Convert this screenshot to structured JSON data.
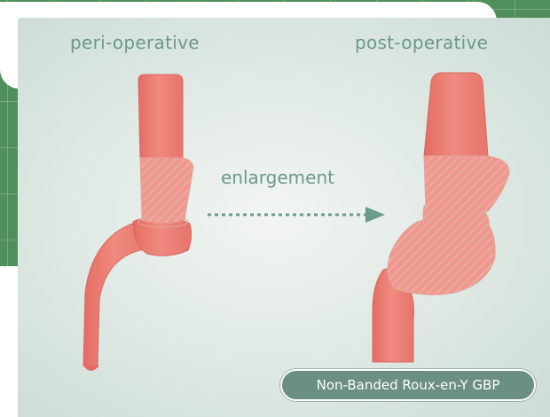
{
  "labels": {
    "peri": "peri-operative",
    "post": "post-operative",
    "arrow": "enlargement"
  },
  "badge": "Non-Banded Roux-en-Y GBP",
  "colors": {
    "background_green": "#4f8f5c",
    "panel": "#dde7e2",
    "organ_fill": "#ee7f74",
    "organ_edge": "#d86a60",
    "label_text": "#6a9a88",
    "arrow": "#6a9a88",
    "badge_fill": "#6b8f80"
  }
}
